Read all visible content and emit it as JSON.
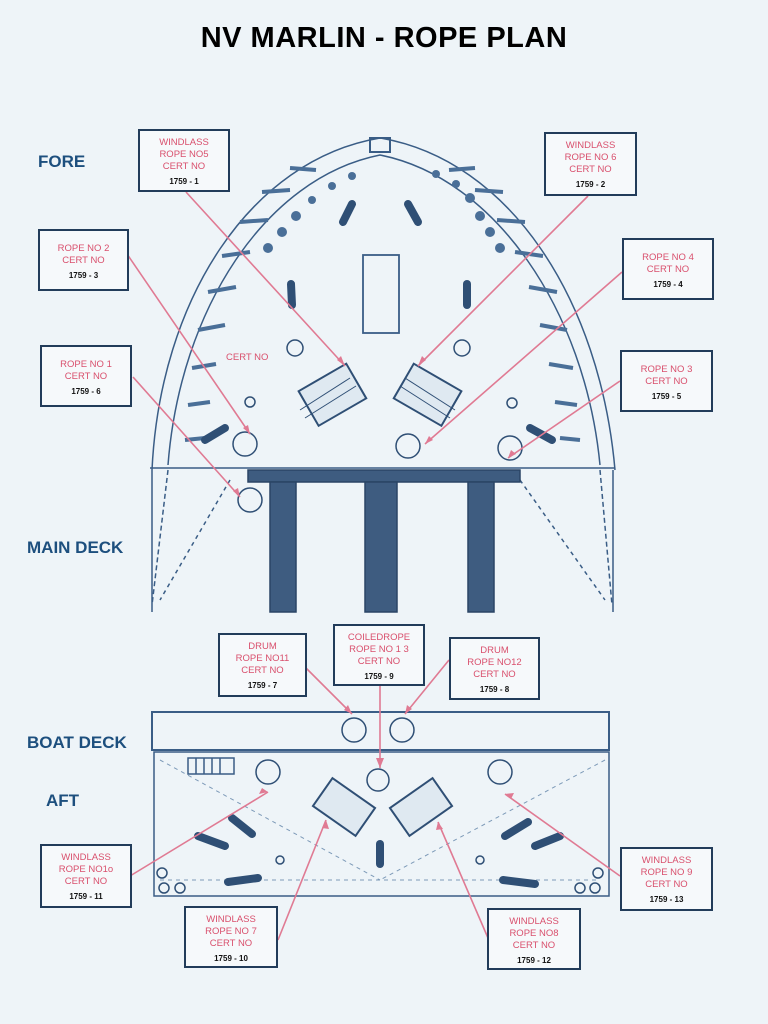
{
  "title": "NV MARLIN - ROPE PLAN",
  "sections": {
    "fore": "FORE",
    "main_deck": "MAIN DECK",
    "boat_deck": "BOAT DECK",
    "aft": "AFT"
  },
  "inline_cert_label": "CERT NO",
  "callouts": [
    {
      "id": "rope5",
      "l1": "WINDLASS",
      "l2": "ROPE NO5",
      "l3": "CERT NO",
      "cert": "1759 - 1"
    },
    {
      "id": "rope6",
      "l1": "WINDLASS",
      "l2": "ROPE NO   6",
      "l3": "CERT NO",
      "cert": "1759 - 2"
    },
    {
      "id": "rope2",
      "l1": "ROPE NO 2",
      "l2": "CERT NO",
      "l3": "",
      "cert": "1759 - 3"
    },
    {
      "id": "rope4",
      "l1": "ROPE NO 4",
      "l2": "CERT NO",
      "l3": "",
      "cert": "1759 - 4"
    },
    {
      "id": "rope1",
      "l1": "ROPE NO 1",
      "l2": "CERT NO",
      "l3": "",
      "cert": "1759 - 6"
    },
    {
      "id": "rope3",
      "l1": "ROPE NO 3",
      "l2": "CERT NO",
      "l3": "",
      "cert": "1759 - 5"
    },
    {
      "id": "rope11",
      "l1": "DRUM",
      "l2": "ROPE NO11",
      "l3": "CERT NO",
      "cert": "1759 - 7"
    },
    {
      "id": "rope13",
      "l1": "COILEDROPE",
      "l2": "ROPE NO 1 3",
      "l3": "CERT NO",
      "cert": "1759 - 9"
    },
    {
      "id": "rope12",
      "l1": "DRUM",
      "l2": "ROPE NO12",
      "l3": "CERT NO",
      "cert": "1759 - 8"
    },
    {
      "id": "rope10",
      "l1": "WINDLASS",
      "l2": "ROPE NO1o",
      "l3": "CERT NO",
      "cert": "1759 - 11"
    },
    {
      "id": "rope9",
      "l1": "WINDLASS",
      "l2": "ROPE NO 9",
      "l3": "CERT NO",
      "cert": "1759 - 13"
    },
    {
      "id": "rope7",
      "l1": "WINDLASS",
      "l2": "ROPE NO 7",
      "l3": "CERT NO",
      "cert": "1759 - 10"
    },
    {
      "id": "rope8",
      "l1": "WINDLASS",
      "l2": "ROPE NO8",
      "l3": "CERT NO",
      "cert": "1759 - 12"
    }
  ],
  "colors": {
    "line": "#3a5d86",
    "leader": "#e07a93",
    "label": "#d9506d",
    "hull": "#2f4f75"
  }
}
